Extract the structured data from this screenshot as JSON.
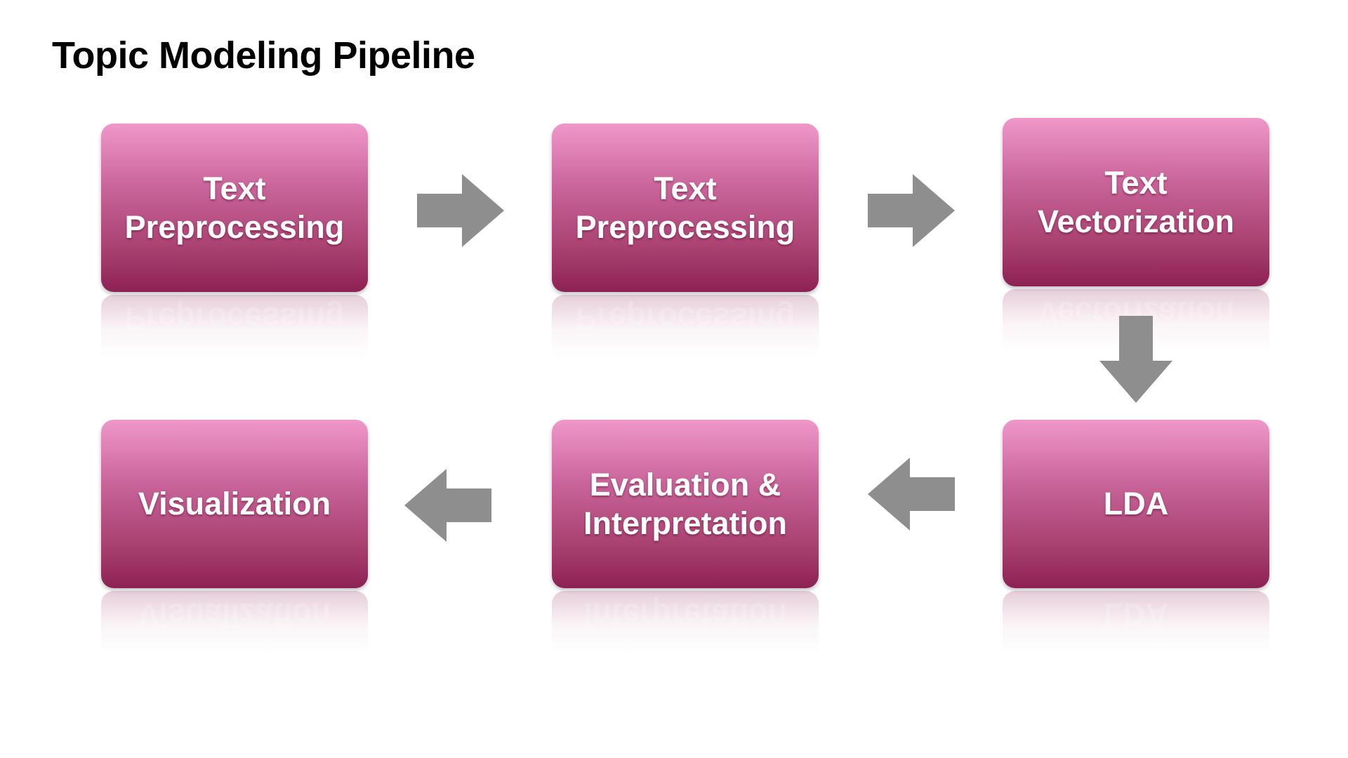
{
  "title": "Topic Modeling Pipeline",
  "steps": [
    {
      "label": "Text\nPreprocessing"
    },
    {
      "label": "Text\nPreprocessing"
    },
    {
      "label": "Text\nVectorization"
    },
    {
      "label": "LDA"
    },
    {
      "label": "Evaluation &\nInterpretation"
    },
    {
      "label": "Visualization"
    }
  ],
  "colors": {
    "box_top": "#ef98c9",
    "box_bottom": "#8c2254",
    "arrow": "#8e8e8e",
    "text": "#ffffff",
    "title": "#000000"
  },
  "arrows": [
    {
      "direction": "right-arrow"
    },
    {
      "direction": "right-arrow"
    },
    {
      "direction": "down-arrow"
    },
    {
      "direction": "left-arrow"
    },
    {
      "direction": "left-arrow"
    }
  ]
}
